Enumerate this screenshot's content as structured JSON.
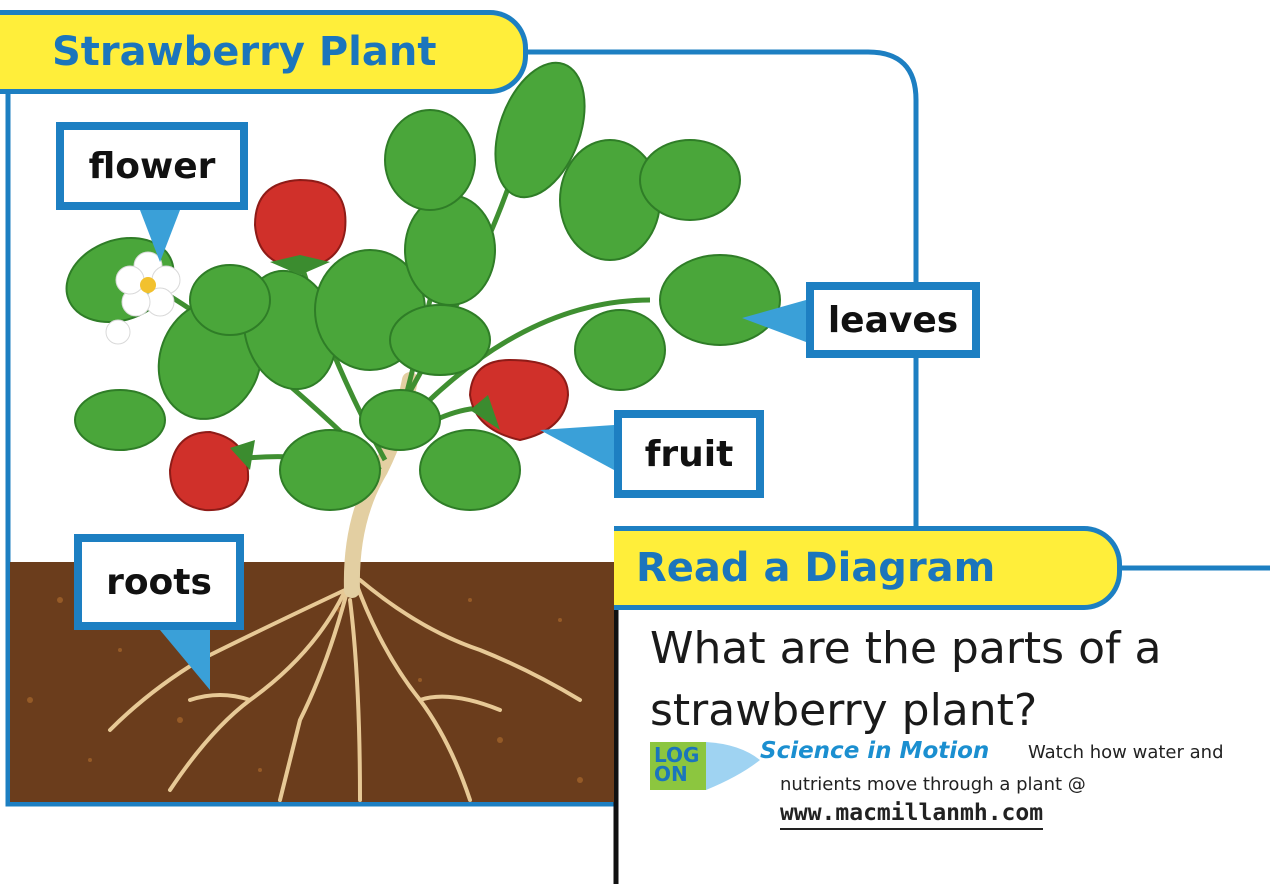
{
  "titles": {
    "plant": "Strawberry Plant",
    "diagram": "Read a Diagram"
  },
  "labels": {
    "flower": "flower",
    "leaves": "leaves",
    "fruit": "fruit",
    "roots": "roots"
  },
  "question": {
    "line1": "What are the parts of a",
    "line2": "strawberry plant?"
  },
  "logon": {
    "badge_line1": "LOG",
    "badge_line2": "ON",
    "feature_title": "Science in Motion",
    "text_line1": "Watch how water and",
    "text_line2": "nutrients move through a plant @",
    "url": "www.macmillanmh.com"
  },
  "colors": {
    "frame_blue": "#1d7fc2",
    "tab_yellow": "#ffee3a",
    "title_blue": "#1b75bc",
    "soil_brown": "#6b3d1c",
    "leaf_green": "#4aa63a",
    "berry_red": "#d0302a",
    "root_tan": "#d9b98a",
    "badge_green": "#8cc63f"
  }
}
